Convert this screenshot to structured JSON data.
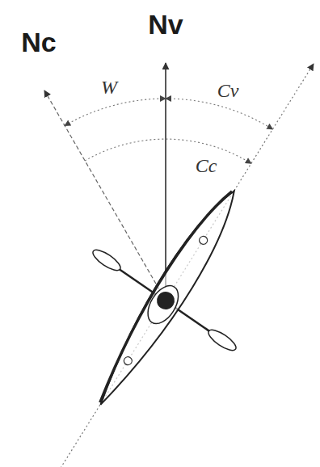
{
  "diagram": {
    "labels": [
      "Nc",
      "Nv",
      "W",
      "Cv",
      "Cc"
    ]
  }
}
